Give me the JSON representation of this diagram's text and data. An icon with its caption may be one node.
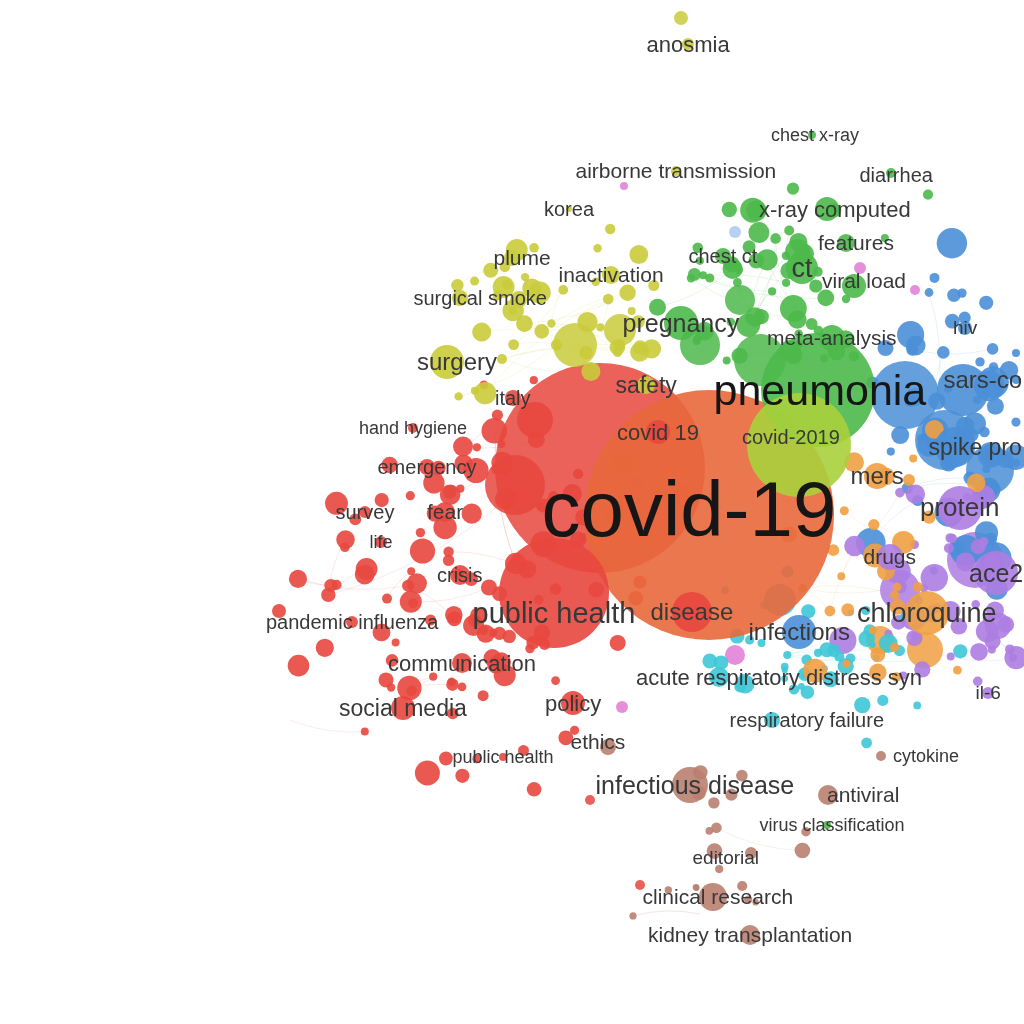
{
  "diagram": {
    "nodes": [
      {
        "text": [
          "anosmia"
        ]
      },
      {
        "text": [
          "chest x-ray"
        ]
      },
      {
        "text": [
          "airborne transmission"
        ]
      },
      {
        "text": [
          "diarrhea"
        ]
      },
      {
        "text": [
          "korea"
        ]
      },
      {
        "text": [
          "x-ray computed"
        ]
      },
      {
        "text": [
          "features"
        ]
      },
      {
        "text": [
          "plume"
        ]
      },
      {
        "text": [
          "chest ct"
        ]
      },
      {
        "text": [
          "inactivation"
        ]
      },
      {
        "text": [
          "ct"
        ]
      },
      {
        "text": [
          "viral load"
        ]
      },
      {
        "text": [
          "surgical smoke"
        ]
      },
      {
        "text": [
          "pregnancy"
        ]
      },
      {
        "text": [
          "meta-analysis"
        ]
      },
      {
        "text": [
          "hiv"
        ]
      },
      {
        "text": [
          "surgery"
        ]
      },
      {
        "text": [
          "safety"
        ]
      },
      {
        "text": [
          "pneumonia"
        ]
      },
      {
        "text": [
          "sars-co"
        ]
      },
      {
        "text": [
          "italy"
        ]
      },
      {
        "text": [
          "hand hygiene"
        ]
      },
      {
        "text": [
          "covid 19"
        ]
      },
      {
        "text": [
          "covid-2019"
        ]
      },
      {
        "text": [
          "emergency"
        ]
      },
      {
        "text": [
          "spike pro"
        ]
      },
      {
        "text": [
          "mers"
        ]
      },
      {
        "text": [
          "covid-19"
        ]
      },
      {
        "text": [
          "survey"
        ]
      },
      {
        "text": [
          "fear"
        ]
      },
      {
        "text": [
          "protein"
        ]
      },
      {
        "text": [
          "life"
        ]
      },
      {
        "text": [
          "drugs"
        ]
      },
      {
        "text": [
          "ace2"
        ]
      },
      {
        "text": [
          "crisis"
        ]
      },
      {
        "text": [
          "chloroquine"
        ]
      },
      {
        "text": [
          "pandemic influenza"
        ]
      },
      {
        "text": [
          "public health"
        ]
      },
      {
        "text": [
          "disease"
        ]
      },
      {
        "text": [
          "infections"
        ]
      },
      {
        "text": [
          "communication"
        ]
      },
      {
        "text": [
          "acute respiratory distress syn"
        ]
      },
      {
        "text": [
          "il-6"
        ]
      },
      {
        "text": [
          "social media"
        ]
      },
      {
        "text": [
          "policy"
        ]
      },
      {
        "text": [
          "respiratory failure"
        ]
      },
      {
        "text": [
          "ethics"
        ]
      },
      {
        "text": [
          "public health"
        ]
      },
      {
        "text": [
          "cytokine"
        ]
      },
      {
        "text": [
          "infectious disease"
        ]
      },
      {
        "text": [
          "antiviral"
        ]
      },
      {
        "text": [
          "virus classification"
        ]
      },
      {
        "text": [
          "editorial"
        ]
      },
      {
        "text": [
          "clinical research"
        ]
      },
      {
        "text": [
          "kidney transplantation"
        ]
      }
    ]
  }
}
